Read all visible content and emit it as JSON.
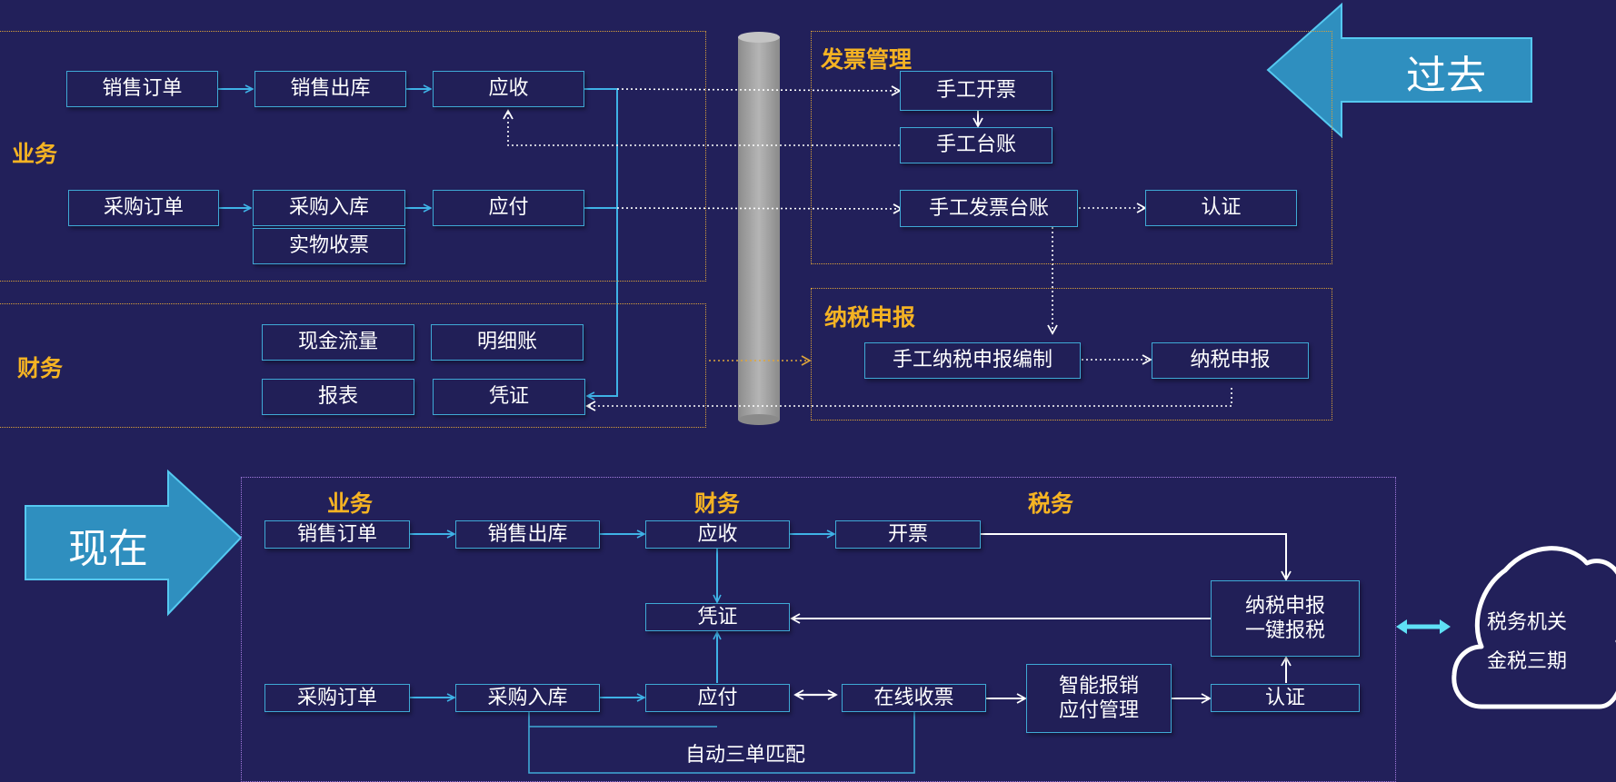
{
  "past": {
    "arrow_label": "过去",
    "sections": {
      "business": "业务",
      "finance": "财务",
      "invoice_mgmt": "发票管理",
      "tax_filing": "纳税申报"
    },
    "boxes": {
      "sales_order": "销售订单",
      "sales_outbound": "销售出库",
      "receivable": "应收",
      "purchase_order": "采购订单",
      "purchase_inbound": "采购入库",
      "payable": "应付",
      "physical_invoice": "实物收票",
      "cash_flow": "现金流量",
      "detail_ledger": "明细账",
      "report": "报表",
      "voucher": "凭证",
      "manual_invoicing": "手工开票",
      "manual_ledger": "手工台账",
      "manual_invoice_ledger": "手工发票台账",
      "certification": "认证",
      "manual_tax_prep": "手工纳税申报编制",
      "tax_declaration": "纳税申报"
    }
  },
  "now": {
    "arrow_label": "现在",
    "headers": {
      "business": "业务",
      "finance": "财务",
      "tax": "税务"
    },
    "boxes": {
      "sales_order": "销售订单",
      "sales_outbound": "销售出库",
      "receivable": "应收",
      "invoicing": "开票",
      "voucher": "凭证",
      "tax_filing_line1": "纳税申报",
      "tax_filing_line2": "一键报税",
      "purchase_order": "采购订单",
      "purchase_inbound": "采购入库",
      "payable": "应付",
      "online_invoice": "在线收票",
      "smart_reimb_line1": "智能报销",
      "smart_reimb_line2": "应付管理",
      "certification": "认证",
      "auto_match": "自动三单匹配"
    }
  },
  "cloud": {
    "line1": "税务机关",
    "line2": "金税三期"
  },
  "colors": {
    "background": "#22205a",
    "box_border": "#3fa9d6",
    "label": "#f5b323",
    "past_region": "#d9a13a",
    "now_region": "#a67de0",
    "arrow_fill": "#2f8fbf"
  }
}
